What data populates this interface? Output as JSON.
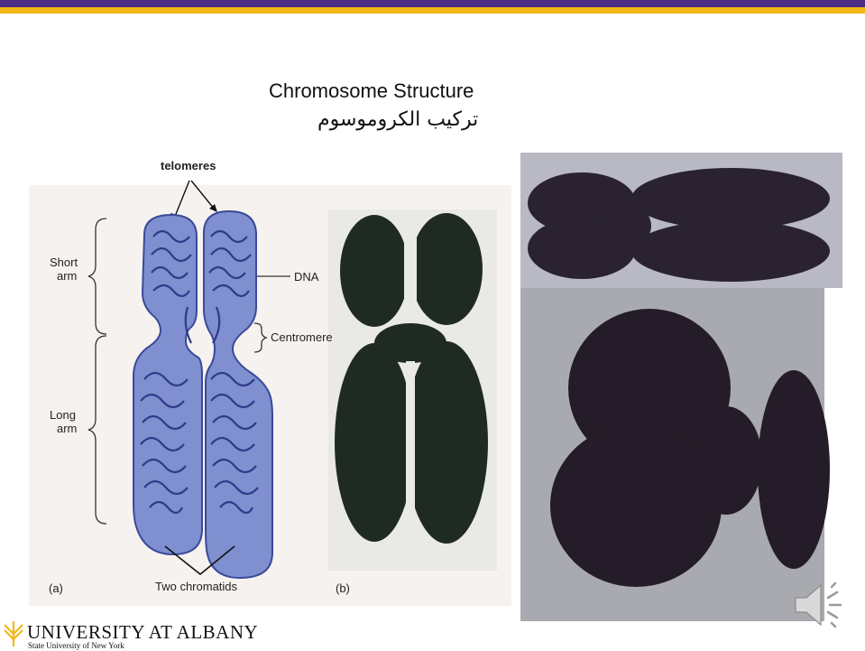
{
  "slide": {
    "title": "Chromosome Structure",
    "subtitle": "تركيب الكروموسوم"
  },
  "diagram": {
    "telomeres": "telomeres",
    "short_arm_1": "Short",
    "short_arm_2": "arm",
    "long_arm_1": "Long",
    "long_arm_2": "arm",
    "dna": "DNA",
    "centromere": "Centromere",
    "two_chromatids": "Two chromatids",
    "panel_a": "(a)",
    "panel_b": "(b)"
  },
  "footer": {
    "logo_main": "UNIVERSITY AT ALBANY",
    "logo_sub": "State University of New York"
  },
  "colors": {
    "purple": "#4b2e83",
    "gold": "#f3b718",
    "chromatid_fill": "#7f8fcf",
    "chromatid_dark": "#3a4a9a"
  },
  "icons": {
    "audio": "speaker-icon"
  }
}
